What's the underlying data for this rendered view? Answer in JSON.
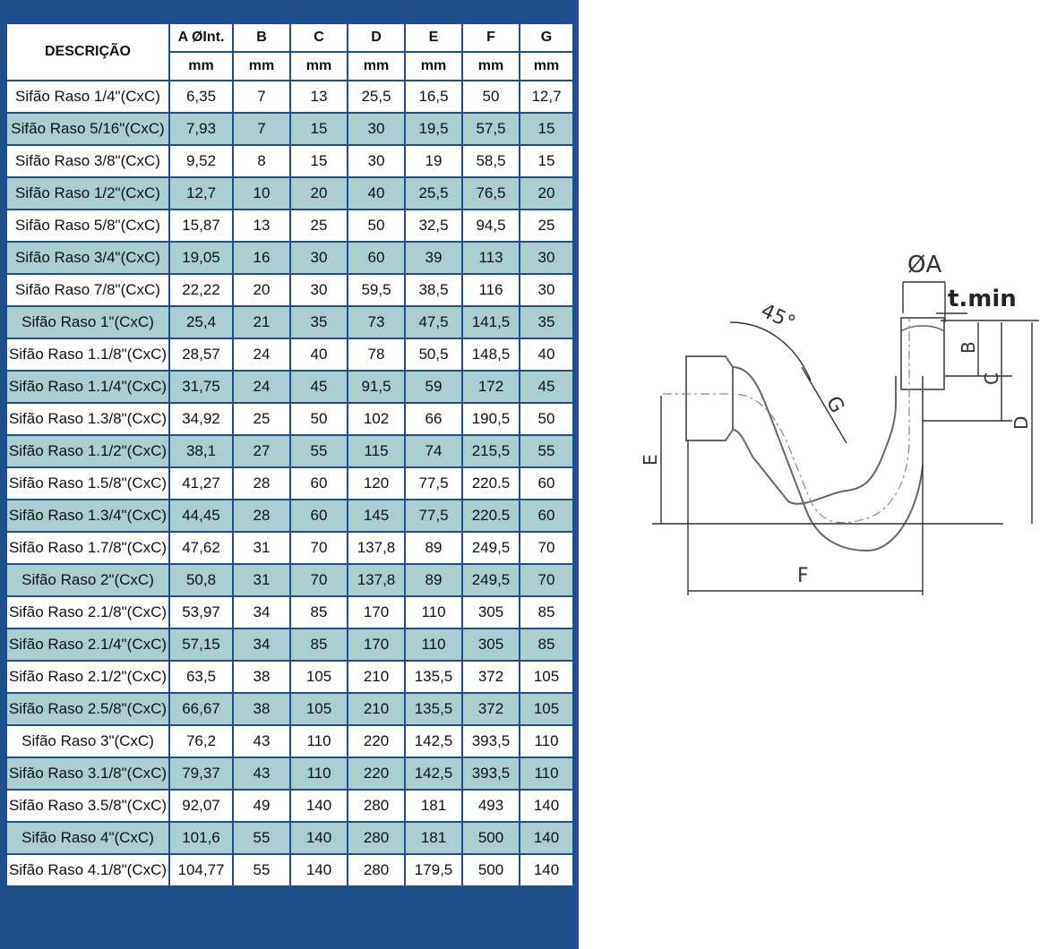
{
  "headers": {
    "description": "DESCRIÇÃO",
    "columns": [
      "A ØInt.",
      "B",
      "C",
      "D",
      "E",
      "F",
      "G"
    ],
    "units": [
      "mm",
      "mm",
      "mm",
      "mm",
      "mm",
      "mm",
      "mm"
    ]
  },
  "rows": [
    {
      "desc": "Sifão Raso 1/4\"(CxC)",
      "v": [
        "6,35",
        "7",
        "13",
        "25,5",
        "16,5",
        "50",
        "12,7"
      ]
    },
    {
      "desc": "Sifão Raso 5/16\"(CxC)",
      "v": [
        "7,93",
        "7",
        "15",
        "30",
        "19,5",
        "57,5",
        "15"
      ]
    },
    {
      "desc": "Sifão Raso 3/8\"(CxC)",
      "v": [
        "9,52",
        "8",
        "15",
        "30",
        "19",
        "58,5",
        "15"
      ]
    },
    {
      "desc": "Sifão Raso 1/2\"(CxC)",
      "v": [
        "12,7",
        "10",
        "20",
        "40",
        "25,5",
        "76,5",
        "20"
      ]
    },
    {
      "desc": "Sifão Raso 5/8\"(CxC)",
      "v": [
        "15,87",
        "13",
        "25",
        "50",
        "32,5",
        "94,5",
        "25"
      ]
    },
    {
      "desc": "Sifão Raso 3/4\"(CxC)",
      "v": [
        "19,05",
        "16",
        "30",
        "60",
        "39",
        "113",
        "30"
      ]
    },
    {
      "desc": "Sifão Raso 7/8\"(CxC)",
      "v": [
        "22,22",
        "20",
        "30",
        "59,5",
        "38,5",
        "116",
        "30"
      ]
    },
    {
      "desc": "Sifão Raso 1\"(CxC)",
      "v": [
        "25,4",
        "21",
        "35",
        "73",
        "47,5",
        "141,5",
        "35"
      ]
    },
    {
      "desc": "Sifão Raso 1.1/8\"(CxC)",
      "v": [
        "28,57",
        "24",
        "40",
        "78",
        "50,5",
        "148,5",
        "40"
      ]
    },
    {
      "desc": "Sifão Raso 1.1/4\"(CxC)",
      "v": [
        "31,75",
        "24",
        "45",
        "91,5",
        "59",
        "172",
        "45"
      ]
    },
    {
      "desc": "Sifão Raso 1.3/8\"(CxC)",
      "v": [
        "34,92",
        "25",
        "50",
        "102",
        "66",
        "190,5",
        "50"
      ]
    },
    {
      "desc": "Sifão Raso 1.1/2\"(CxC)",
      "v": [
        "38,1",
        "27",
        "55",
        "115",
        "74",
        "215,5",
        "55"
      ]
    },
    {
      "desc": "Sifão Raso 1.5/8\"(CxC)",
      "v": [
        "41,27",
        "28",
        "60",
        "120",
        "77,5",
        "220.5",
        "60"
      ]
    },
    {
      "desc": "Sifão Raso 1.3/4\"(CxC)",
      "v": [
        "44,45",
        "28",
        "60",
        "145",
        "77,5",
        "220.5",
        "60"
      ]
    },
    {
      "desc": "Sifão Raso 1.7/8\"(CxC)",
      "v": [
        "47,62",
        "31",
        "70",
        "137,8",
        "89",
        "249,5",
        "70"
      ]
    },
    {
      "desc": "Sifão Raso 2\"(CxC)",
      "v": [
        "50,8",
        "31",
        "70",
        "137,8",
        "89",
        "249,5",
        "70"
      ]
    },
    {
      "desc": "Sifão Raso 2.1/8\"(CxC)",
      "v": [
        "53,97",
        "34",
        "85",
        "170",
        "110",
        "305",
        "85"
      ]
    },
    {
      "desc": "Sifão Raso 2.1/4\"(CxC)",
      "v": [
        "57,15",
        "34",
        "85",
        "170",
        "110",
        "305",
        "85"
      ]
    },
    {
      "desc": "Sifão Raso 2.1/2\"(CxC)",
      "v": [
        "63,5",
        "38",
        "105",
        "210",
        "135,5",
        "372",
        "105"
      ]
    },
    {
      "desc": "Sifão Raso 2.5/8\"(CxC)",
      "v": [
        "66,67",
        "38",
        "105",
        "210",
        "135,5",
        "372",
        "105"
      ]
    },
    {
      "desc": "Sifão Raso 3\"(CxC)",
      "v": [
        "76,2",
        "43",
        "110",
        "220",
        "142,5",
        "393,5",
        "110"
      ]
    },
    {
      "desc": "Sifão Raso 3.1/8\"(CxC)",
      "v": [
        "79,37",
        "43",
        "110",
        "220",
        "142,5",
        "393,5",
        "110"
      ]
    },
    {
      "desc": "Sifão Raso 3.5/8\"(CxC)",
      "v": [
        "92,07",
        "49",
        "140",
        "280",
        "181",
        "493",
        "140"
      ]
    },
    {
      "desc": "Sifão Raso 4\"(CxC)",
      "v": [
        "101,6",
        "55",
        "140",
        "280",
        "181",
        "500",
        "140"
      ]
    },
    {
      "desc": "Sifão Raso 4.1/8\"(CxC)",
      "v": [
        "104,77",
        "55",
        "140",
        "280",
        "179,5",
        "500",
        "140"
      ]
    }
  ],
  "diagram": {
    "labels": {
      "diameter": "ØA",
      "tmin": "t.min",
      "angle": "45°",
      "b": "B",
      "c": "C",
      "d": "D",
      "e": "E",
      "f": "F",
      "g": "G"
    }
  }
}
